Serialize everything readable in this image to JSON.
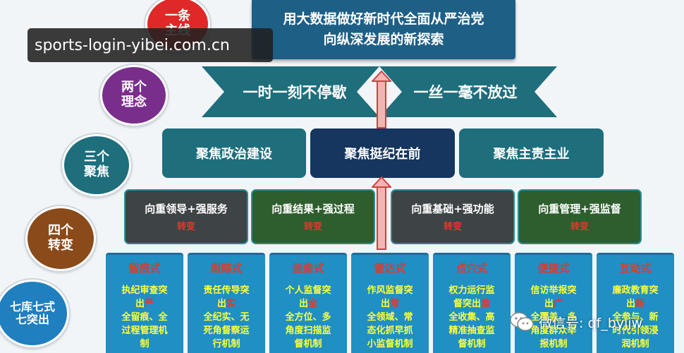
{
  "top_banner": {
    "line1": "用大数据做好新时代全面从严治党",
    "line2": "向纵深发展的新探索"
  },
  "watermark_url": "sports-login-yibei.com.cn",
  "levels": [
    {
      "line1": "一条",
      "line2": "主线",
      "color": "#e02828"
    },
    {
      "line1": "两个",
      "line2": "理念",
      "color": "#7a2e8c"
    },
    {
      "line1": "三个",
      "line2": "聚焦",
      "color": "#1e6e7c"
    },
    {
      "line1": "四个",
      "line2": "转变",
      "color": "#8a4a1a"
    },
    {
      "line1": "七库七式",
      "line2": "七突出",
      "color": "#1f7fbf"
    }
  ],
  "concepts": {
    "left": "一时一刻不停歇",
    "right": "一丝一毫不放过"
  },
  "focus": [
    {
      "label": "聚焦政治建设"
    },
    {
      "label": "聚焦挺纪在前"
    },
    {
      "label": "聚焦主责主业"
    }
  ],
  "transforms": [
    {
      "title": "向重领导+强服务",
      "sub": "转变"
    },
    {
      "title": "向重结果+强过程",
      "sub": "转变"
    },
    {
      "title": "向重基础+强功能",
      "sub": "转变"
    },
    {
      "title": "向重管理+强监督",
      "sub": "转变"
    }
  ],
  "columns": [
    {
      "title": "留痕式",
      "l1": "执纪审查突",
      "l2a": "出",
      "l2b": "严",
      "l3": "全留痕、全",
      "l4": "过程管理机",
      "l5": "制"
    },
    {
      "title": "跟踪式",
      "l1": "责任传导突",
      "l2a": "出",
      "l2b": "实",
      "l3": "全纪实、无",
      "l4": "死角督察运",
      "l5": "行机制"
    },
    {
      "title": "画像式",
      "l1": "个人监督突",
      "l2a": "出",
      "l2b": "全",
      "l3": "全方位、多",
      "l4": "角度扫描监",
      "l5": "督机制"
    },
    {
      "title": "雷达式",
      "l1": "作风监督突",
      "l2a": "出",
      "l2b": "常",
      "l3": "全领域、常",
      "l4": "态化抓早抓",
      "l5": "小监督机制"
    },
    {
      "title": "点穴式",
      "l1": "权力运行监",
      "l2a": "督突出",
      "l2b": "准",
      "l3": "全收集、高",
      "l4": "精准抽查监",
      "l5": "督机制"
    },
    {
      "title": "便捷式",
      "l1": "信访举报突",
      "l2a": "出",
      "l2b": "广",
      "l3": "全覆盖、多",
      "l4": "角度群众举",
      "l5": "报机制"
    },
    {
      "title": "互动式",
      "l1": "廉政教育突",
      "l2a": "出",
      "l2b": "新",
      "l3": "全参与、新",
      "l4": "时代引领浸",
      "l5": "润机制"
    }
  ],
  "wechat": {
    "label": "微信号: qf_byjjw",
    "icon": "wechat-icon"
  },
  "colors": {
    "dark_teal": "#1e6e7c",
    "navy": "#16355f",
    "panel_gray": "#3e4346",
    "panel_green": "#2e5e2e",
    "blue_col": "#1f8fc4",
    "accent_red": "#e03a2a",
    "accent_yellow": "#ffff3a"
  }
}
